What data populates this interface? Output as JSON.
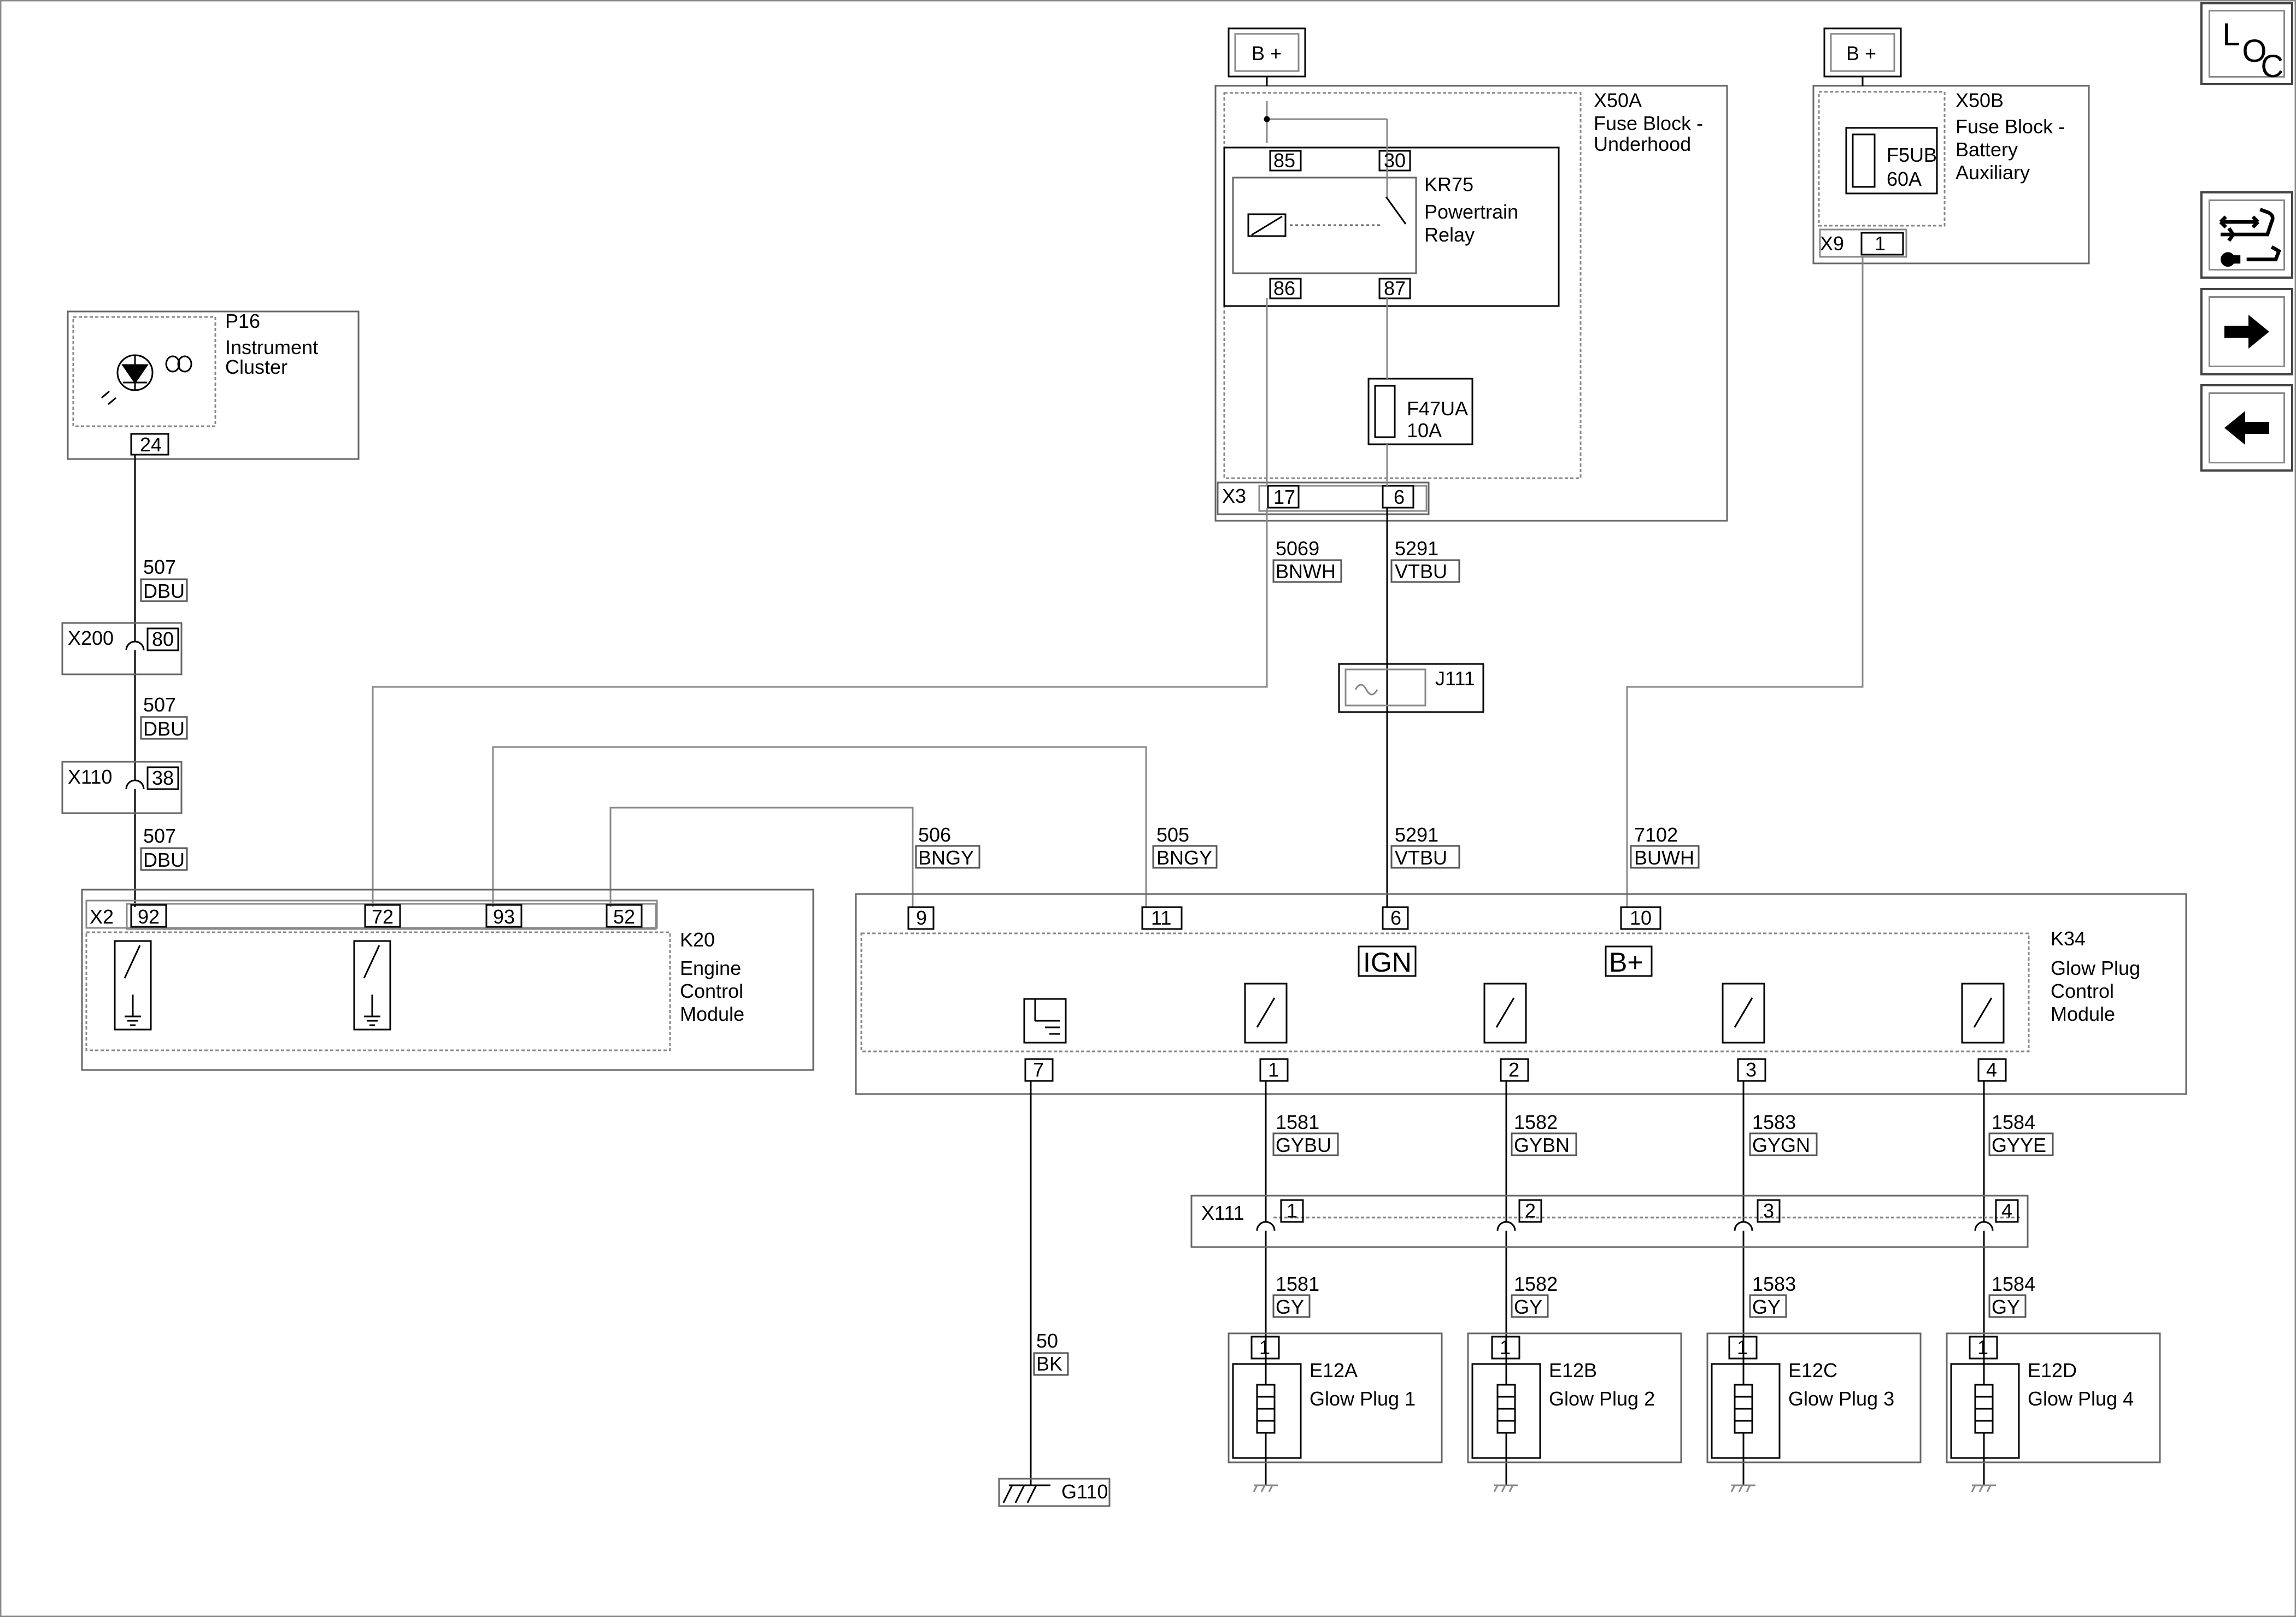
{
  "nav": {
    "loc_label": "L",
    "loc_label_2": "O",
    "loc_label_3": "C",
    "buttons": [
      {
        "name": "diagnostic-flow-icon"
      },
      {
        "name": "next-arrow-icon"
      },
      {
        "name": "previous-arrow-icon"
      }
    ]
  },
  "power_sources": [
    {
      "label": "B +"
    },
    {
      "label": "B +"
    }
  ],
  "x50a": {
    "id": "X50A",
    "name_1": "Fuse Block -",
    "name_2": "Underhood",
    "connector": "X3",
    "pins": [
      "17",
      "6"
    ]
  },
  "kr75": {
    "id": "KR75",
    "name_1": "Powertrain",
    "name_2": "Relay",
    "pins": [
      "85",
      "30",
      "86",
      "87"
    ]
  },
  "f47ua": {
    "id": "F47UA",
    "rating": "10A"
  },
  "x50b": {
    "id": "X50B",
    "name_1": "Fuse Block -",
    "name_2": "Battery",
    "name_3": "Auxiliary",
    "connector": "X9",
    "pin": "1"
  },
  "f5ub": {
    "id": "F5UB",
    "rating": "60A"
  },
  "p16": {
    "id": "P16",
    "name_1": "Instrument",
    "name_2": "Cluster",
    "pin": "24"
  },
  "inline_connectors": [
    {
      "id": "X200",
      "pin": "80"
    },
    {
      "id": "X110",
      "pin": "38"
    }
  ],
  "wires": [
    {
      "circuit": "507",
      "color": "DBU"
    },
    {
      "circuit": "507",
      "color": "DBU"
    },
    {
      "circuit": "507",
      "color": "DBU"
    },
    {
      "circuit": "5069",
      "color": "BNWH"
    },
    {
      "circuit": "5291",
      "color": "VTBU"
    },
    {
      "circuit": "506",
      "color": "BNGY"
    },
    {
      "circuit": "505",
      "color": "BNGY"
    },
    {
      "circuit": "5291",
      "color": "VTBU"
    },
    {
      "circuit": "7102",
      "color": "BUWH"
    },
    {
      "circuit": "1581",
      "color": "GYBU"
    },
    {
      "circuit": "1582",
      "color": "GYBN"
    },
    {
      "circuit": "1583",
      "color": "GYGN"
    },
    {
      "circuit": "1584",
      "color": "GYYE"
    },
    {
      "circuit": "1581",
      "color": "GY"
    },
    {
      "circuit": "1582",
      "color": "GY"
    },
    {
      "circuit": "1583",
      "color": "GY"
    },
    {
      "circuit": "1584",
      "color": "GY"
    },
    {
      "circuit": "50",
      "color": "BK"
    }
  ],
  "j111": {
    "id": "J111"
  },
  "k20": {
    "id": "K20",
    "name_1": "Engine",
    "name_2": "Control",
    "name_3": "Module",
    "connector": "X2",
    "pins": [
      "92",
      "72",
      "93",
      "52"
    ]
  },
  "k34": {
    "id": "K34",
    "name_1": "Glow Plug",
    "name_2": "Control",
    "name_3": "Module",
    "ign_label": "IGN",
    "bplus_label": "B+",
    "top_pins": [
      "9",
      "11",
      "6",
      "10"
    ],
    "bottom_pins": [
      "7",
      "1",
      "2",
      "3",
      "4"
    ]
  },
  "x111": {
    "id": "X111",
    "pins": [
      "1",
      "2",
      "3",
      "4"
    ]
  },
  "glow_plugs": [
    {
      "id": "E12A",
      "name": "Glow Plug 1",
      "pin": "1"
    },
    {
      "id": "E12B",
      "name": "Glow Plug 2",
      "pin": "1"
    },
    {
      "id": "E12C",
      "name": "Glow Plug 3",
      "pin": "1"
    },
    {
      "id": "E12D",
      "name": "Glow Plug 4",
      "pin": "1"
    }
  ],
  "ground": {
    "id": "G110"
  }
}
